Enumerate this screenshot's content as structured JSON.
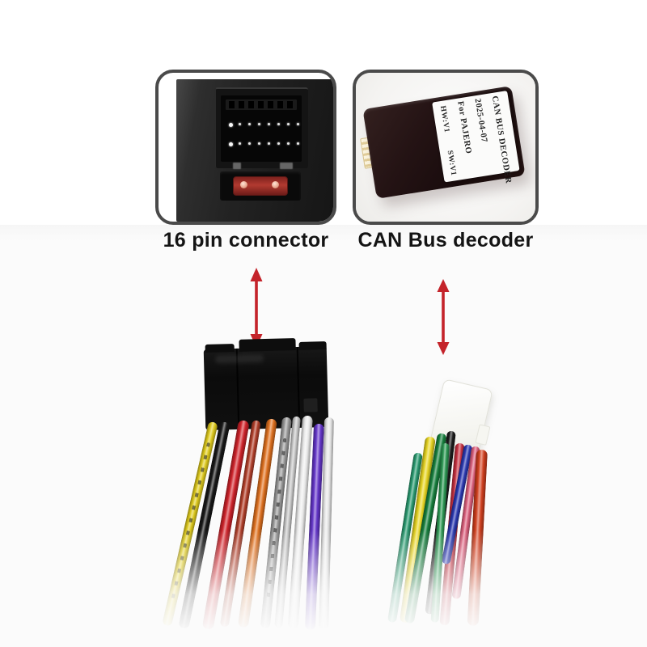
{
  "captions": {
    "left": "16 pin connector",
    "right": "CAN Bus decoder"
  },
  "decoder_label": {
    "line1": "CAN BUS DECODER",
    "line2": "2025-04-07",
    "line3": "For PAJERO",
    "hw": "HW:V1",
    "sw": "SW:V1"
  },
  "arrow_color": "#c4232a",
  "connector_pins": {
    "rows": 2,
    "per_row": 8
  },
  "wire_colors": {
    "left": [
      "#e4cf1c",
      "#181818",
      "#d5232b",
      "#b5402a",
      "#e5731f",
      "#9c9c9c",
      "#c9c9c9",
      "#f2f2f2",
      "#6636cf",
      "#ededed"
    ],
    "right": [
      "#2a9d72",
      "#ecd921",
      "#17833f",
      "#1d1d1d",
      "#2f9e57",
      "#c93040",
      "#2b3ab5",
      "#e0607e",
      "#d8411f"
    ]
  },
  "fuse_color": "#a83228",
  "plug_left_color": "#0d0d0d",
  "plug_right_color": "#f5f5f0"
}
